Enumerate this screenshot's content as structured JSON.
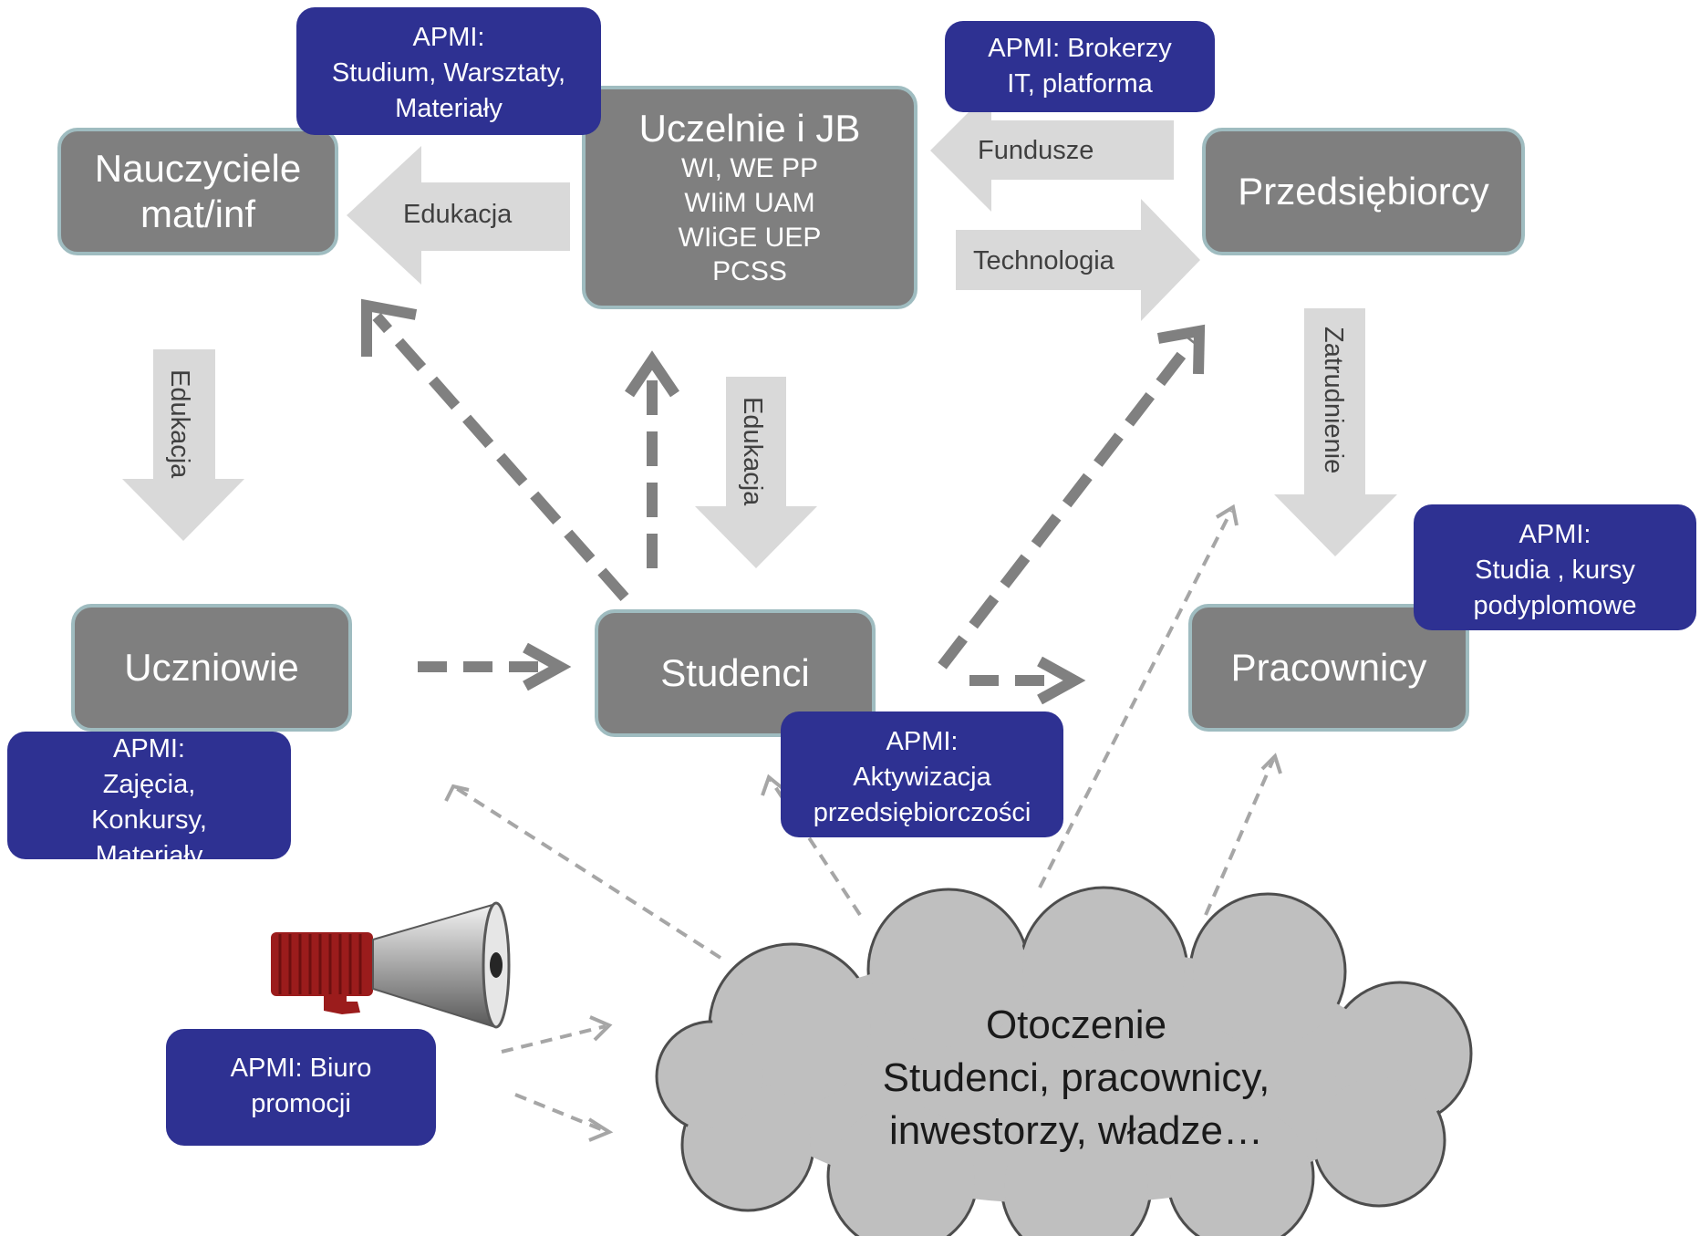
{
  "nodes": {
    "nauczyciele": "Nauczyciele mat/inf",
    "uczelnie_title": "Uczelnie i JB",
    "uczelnie_items": [
      "WI, WE PP",
      "WIiM UAM",
      "WIiGE UEP",
      "PCSS"
    ],
    "przedsiebiorcy": "Przedsiębiorcy",
    "uczniowie": "Uczniowie",
    "studenci": "Studenci",
    "pracownicy": "Pracownicy"
  },
  "flow_labels": {
    "edukacja_top": "Edukacja",
    "fundusze": "Fundusze",
    "technologia": "Technologia",
    "edukacja_left": "Edukacja",
    "edukacja_center": "Edukacja",
    "zatrudnienie": "Zatrudnienie"
  },
  "apmi_boxes": {
    "top_left": [
      "APMI:",
      "Studium, Warsztaty,",
      "Materiały"
    ],
    "top_right": [
      "APMI: Brokerzy",
      "IT, platforma"
    ],
    "right": [
      "APMI:",
      "Studia , kursy",
      "podyplomowe"
    ],
    "uczniowie": [
      "APMI:",
      "Zajęcia,",
      "Konkursy,",
      "Materiały"
    ],
    "studenci": [
      "APMI:",
      "Aktywizacja",
      "przedsiębiorczości"
    ],
    "biuro": [
      "APMI: Biuro",
      "promocji"
    ]
  },
  "cloud": [
    "Otoczenie",
    "Studenci, pracownicy,",
    "inwestorzy, władze…"
  ],
  "colors": {
    "node_fill": "#7f7f7f",
    "node_border": "#9fbcc0",
    "apmi_fill": "#2e3192",
    "flow_arrow": "#d9d9d9",
    "dashed_arrow": "#808080",
    "cloud_fill": "#bfbfbf",
    "megaphone_body": "#9b1c1c"
  },
  "icons": {
    "megaphone": "megaphone-icon"
  }
}
